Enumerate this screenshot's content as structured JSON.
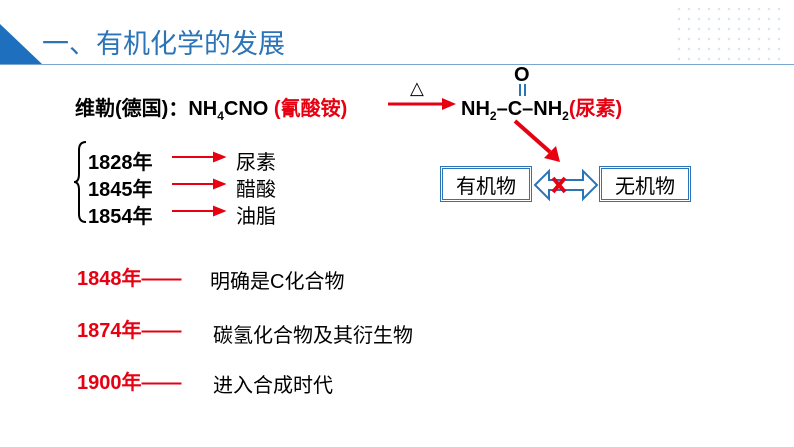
{
  "title": "一、有机化学的发展",
  "wohler": {
    "prefix": "维勒(德国)：NH",
    "sub4": "4",
    "suffix": "CNO",
    "reactant_name": "(氰酸铵)",
    "heat_symbol": "△",
    "urea_o": "O",
    "urea_nh": "NH",
    "sub2": "2",
    "urea_c": "–C–",
    "urea_nh2": "NH",
    "urea_name": "(尿素)"
  },
  "boxes": {
    "organic": "有机物",
    "inorganic": "无机物"
  },
  "early": [
    {
      "year": "1828年",
      "item": "尿素"
    },
    {
      "year": "1845年",
      "item": "醋酸"
    },
    {
      "year": "1854年",
      "item": "油脂"
    }
  ],
  "milestones": [
    {
      "year": "1848年——",
      "text": "明确是C化合物"
    },
    {
      "year": "1874年——",
      "text": "碳氢化合物及其衍生物"
    },
    {
      "year": "1900年——",
      "text": "进入合成时代"
    }
  ],
  "colors": {
    "accent": "#2b74b8",
    "red": "#e60012"
  }
}
